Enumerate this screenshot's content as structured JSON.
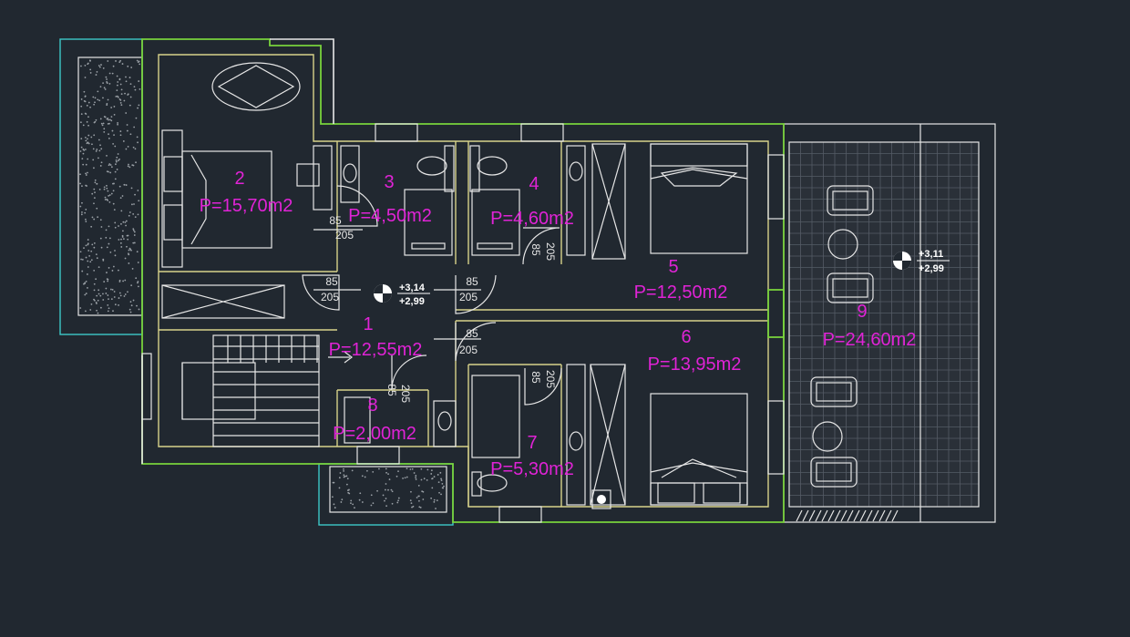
{
  "colors": {
    "background": "#212830",
    "room_label": "#e023d6",
    "exterior_wall": "#78d23c",
    "interior_wall": "#d8d28a",
    "planter_outline": "#3cc8c8",
    "linework": "#e6e6e6"
  },
  "rooms": [
    {
      "id": "r1",
      "number": "1",
      "area": "P=12,55m2"
    },
    {
      "id": "r2",
      "number": "2",
      "area": "P=15,70m2"
    },
    {
      "id": "r3",
      "number": "3",
      "area": "P=4,50m2"
    },
    {
      "id": "r4",
      "number": "4",
      "area": "P=4,60m2"
    },
    {
      "id": "r5",
      "number": "5",
      "area": "P=12,50m2"
    },
    {
      "id": "r6",
      "number": "6",
      "area": "P=13,95m2"
    },
    {
      "id": "r7",
      "number": "7",
      "area": "P=5,30m2"
    },
    {
      "id": "r8",
      "number": "8",
      "area": "P=2,00m2"
    },
    {
      "id": "r9",
      "number": "9",
      "area": "P=24,60m2"
    }
  ],
  "door_tags": {
    "width": "85",
    "height": "205"
  },
  "level_markers": [
    {
      "top": "+3,14",
      "bottom": "+2,99"
    },
    {
      "top": "+3,11",
      "bottom": "+2,99"
    }
  ]
}
